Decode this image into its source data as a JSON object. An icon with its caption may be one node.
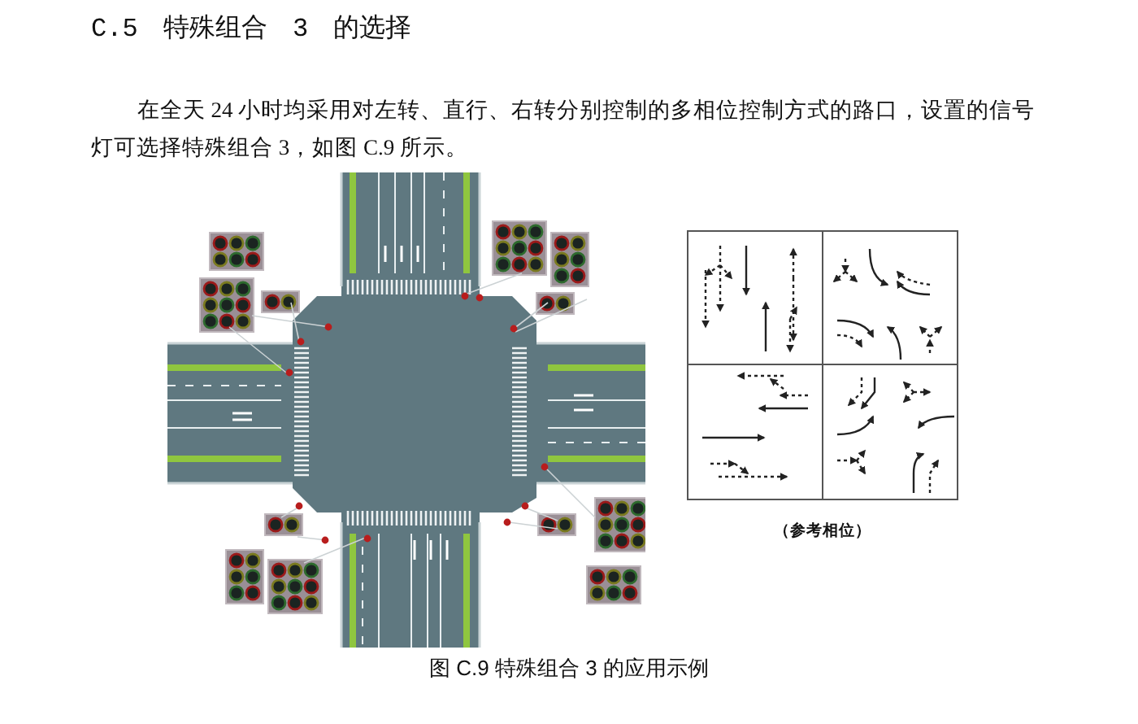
{
  "diagram": {
    "title": "C.5 特殊组合 3 的选择",
    "labels": [
      "在全天 24 小时均采用对左转、直行、右转分别控制的多相位控制方式的路口，设置的信号灯可选择特殊组合 3，如图 C.9 所示。",
      "（参考相位）"
    ],
    "caption": "图 C.9 特殊组合 3 的应用示例"
  }
}
